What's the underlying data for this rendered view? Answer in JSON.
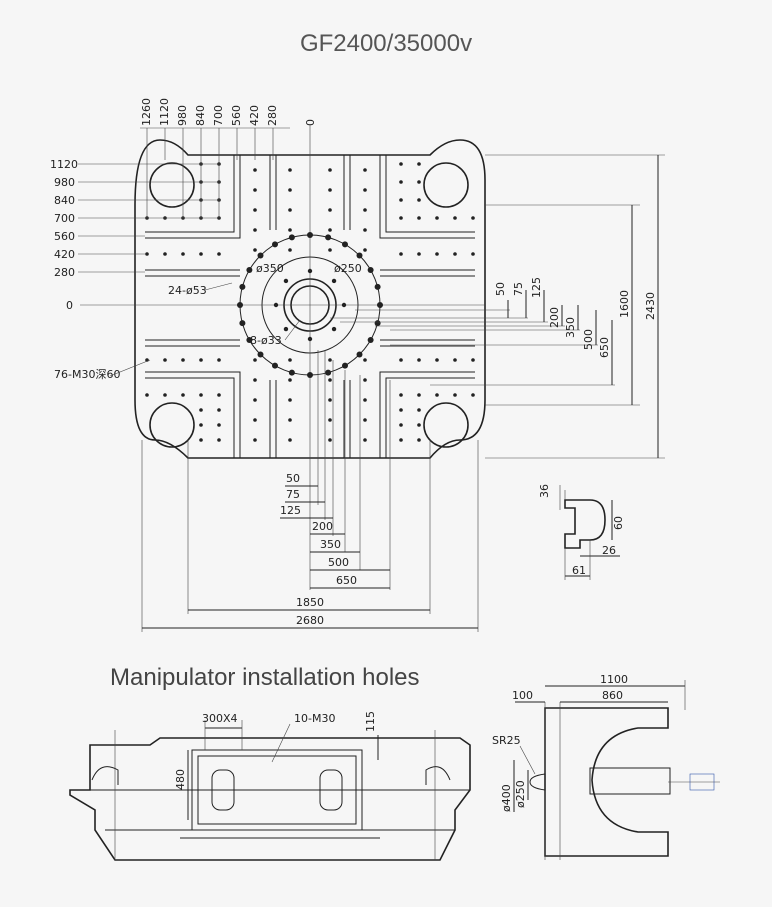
{
  "title": "GF2400/35000v",
  "subtitle": "Manipulator installation holes",
  "top_x_labels": [
    "1260",
    "1120",
    "980",
    "840",
    "700",
    "560",
    "420",
    "280",
    "0"
  ],
  "left_y_labels": [
    "1120",
    "980",
    "840",
    "700",
    "560",
    "420",
    "280",
    "0"
  ],
  "center_labels": {
    "d350": "ø350",
    "d250": "ø250",
    "holes53": "24-ø53",
    "holes33": "8-ø33",
    "m30": "76-M30深60"
  },
  "right_small": [
    "50",
    "75",
    "125",
    "200",
    "350",
    "500",
    "650"
  ],
  "right_big": [
    "1600",
    "2430"
  ],
  "bottom_small": [
    "50",
    "75",
    "125",
    "200",
    "350",
    "500",
    "650"
  ],
  "bottom_big": [
    "1850",
    "2680"
  ],
  "slot_detail": {
    "depth": "36",
    "height": "60",
    "width": "26",
    "total": "61"
  },
  "manip": {
    "pitch": "300X4",
    "holes": "10-M30",
    "offset": "115",
    "height": "480"
  },
  "nozzle": {
    "total": "1100",
    "inner": "860",
    "step": "100",
    "radius": "SR25",
    "d400": "ø400",
    "d250": "ø250"
  }
}
